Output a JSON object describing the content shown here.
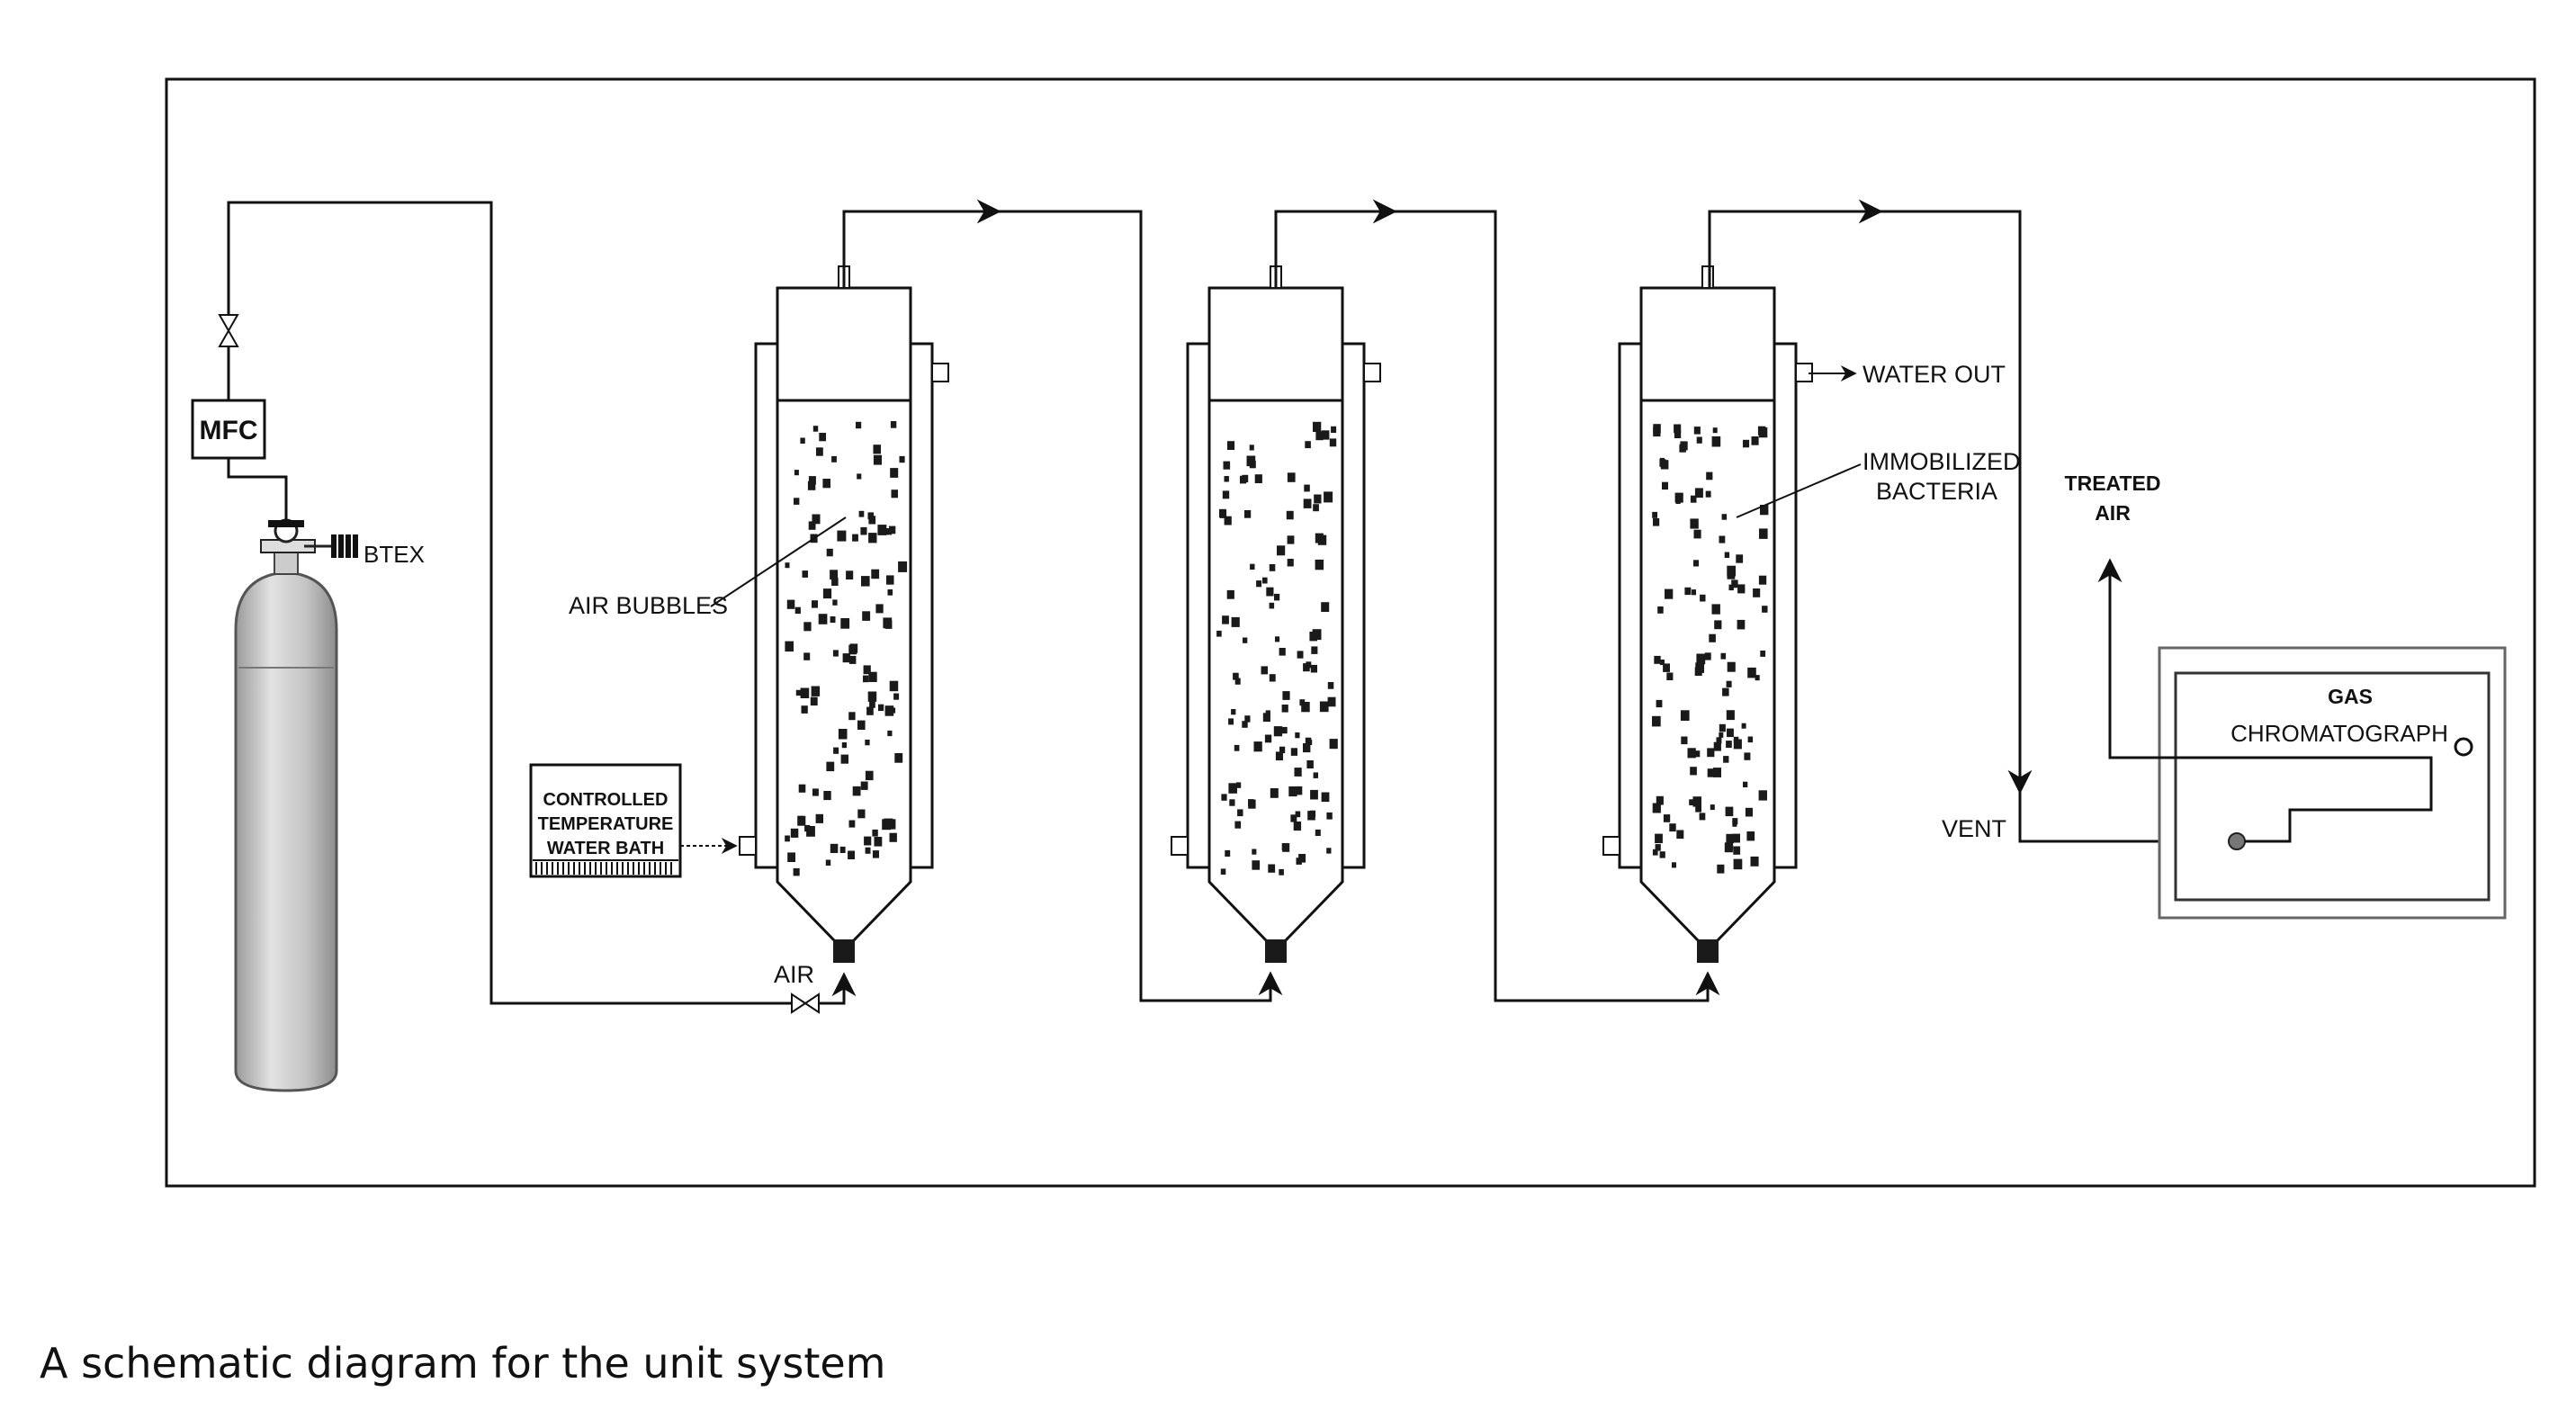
{
  "caption": "A schematic diagram for the unit system",
  "labels": {
    "mfc": "MFC",
    "btex": "BTEX",
    "air_bubbles": "AIR BUBBLES",
    "bath_line1": "CONTROLLED",
    "bath_line2": "TEMPERATURE",
    "bath_line3": "WATER BATH",
    "air": "AIR",
    "water_out": "WATER OUT",
    "bacteria_line1": "IMMOBILIZED",
    "bacteria_line2": "BACTERIA",
    "treated_line1": "TREATED",
    "treated_line2": "AIR",
    "gc_line1": "GAS",
    "gc_line2": "CHROMATOGRAPH",
    "vent": "VENT"
  },
  "colors": {
    "line": "#111111",
    "packing": "#1a1a1a",
    "cylinder": "#bdbdbd"
  },
  "reactor_count": 3
}
